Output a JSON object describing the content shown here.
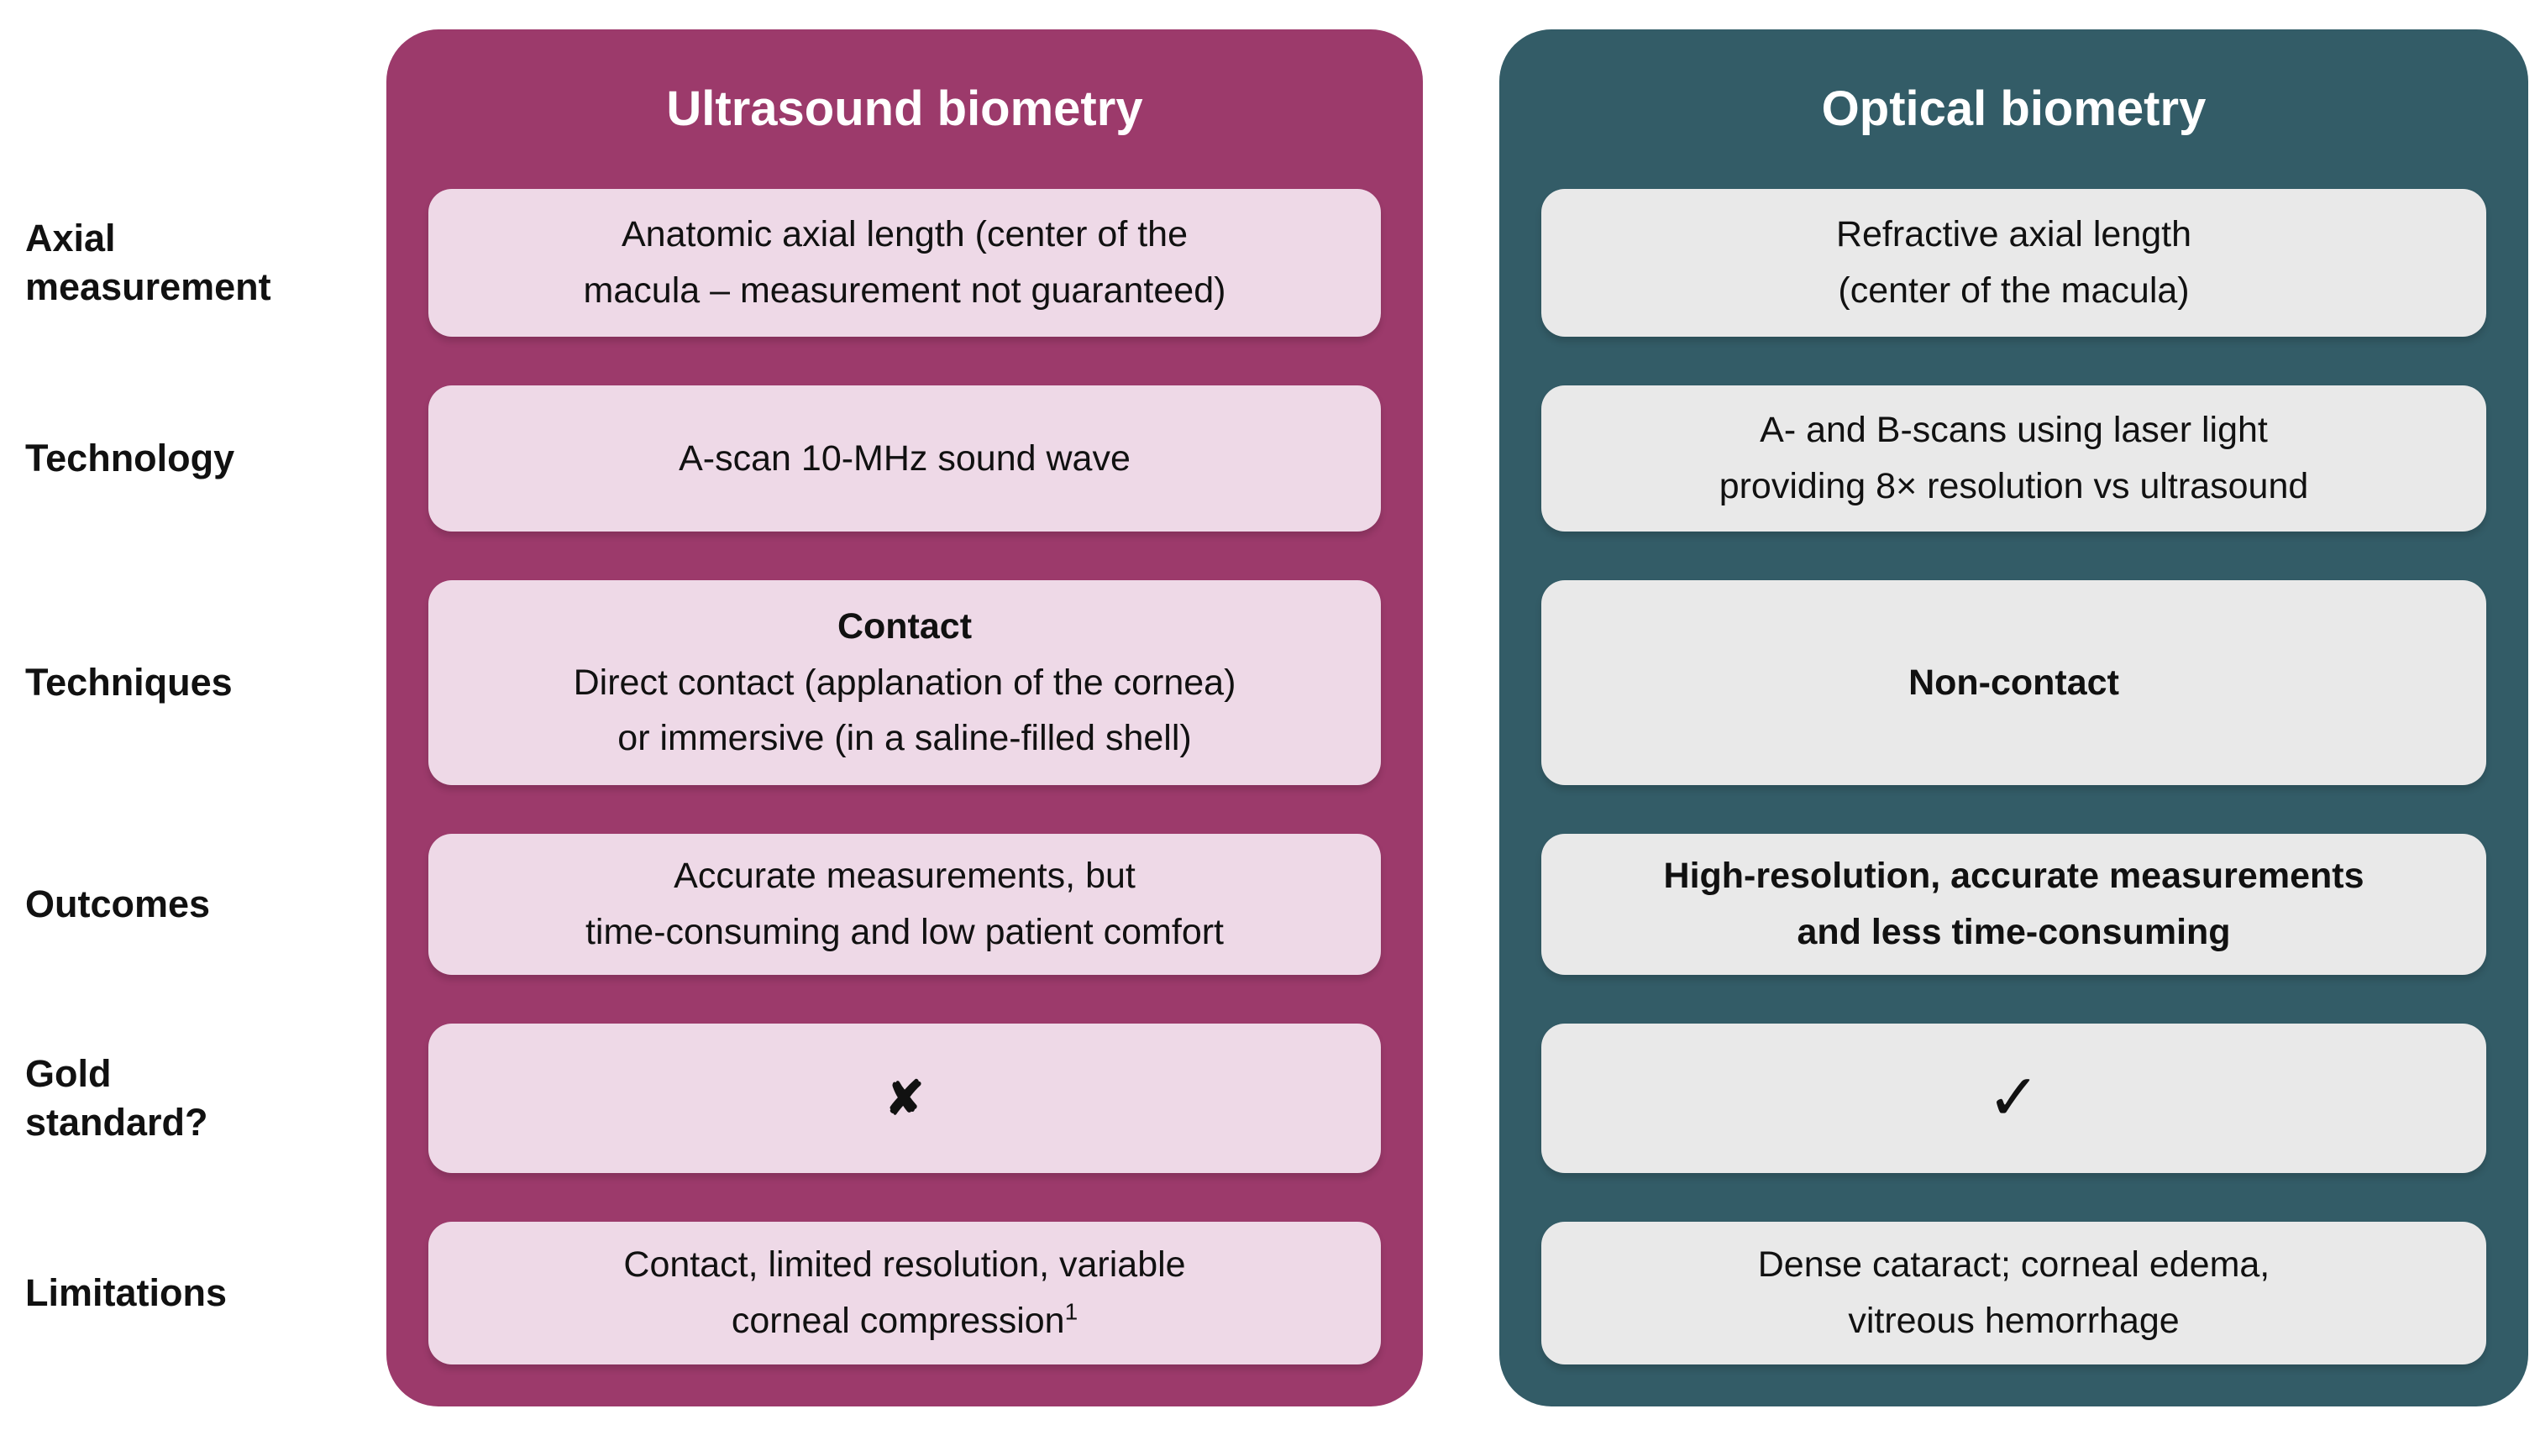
{
  "colors": {
    "ultrasound_panel": "#9c3a6b",
    "ultrasound_cell": "#eed9e7",
    "optical_panel": "#335c67",
    "optical_cell": "#e9e9e9",
    "text": "#111111",
    "title_text": "#ffffff"
  },
  "columns": {
    "ultrasound": {
      "title": "Ultrasound biometry"
    },
    "optical": {
      "title": "Optical biometry"
    }
  },
  "rows": [
    {
      "label_lines": [
        "Axial",
        "measurement"
      ],
      "ultrasound_lines": [
        "Anatomic axial length (center of the",
        "macula – measurement not guaranteed)"
      ],
      "optical_lines": [
        "Refractive axial length",
        "(center of the macula)"
      ]
    },
    {
      "label_lines": [
        "Technology"
      ],
      "ultrasound_lines": [
        "A-scan 10-MHz sound wave"
      ],
      "optical_lines": [
        "A- and B-scans using laser light",
        "providing 8× resolution vs ultrasound"
      ]
    },
    {
      "label_lines": [
        "Techniques"
      ],
      "ultrasound_bold_line": "Contact",
      "ultrasound_lines": [
        "Direct contact (applanation of the cornea)",
        "or immersive (in a saline-filled shell)"
      ],
      "optical_lines": [
        "Non-contact"
      ]
    },
    {
      "label_lines": [
        "Outcomes"
      ],
      "ultrasound_lines": [
        "Accurate measurements, but",
        "time-consuming and low patient comfort"
      ],
      "optical_lines": [
        "High-resolution, accurate measurements",
        "and less time-consuming"
      ]
    },
    {
      "label_lines": [
        "Gold",
        "standard?"
      ],
      "ultrasound_mark": "✘",
      "optical_mark": "✓"
    },
    {
      "label_lines": [
        "Limitations"
      ],
      "ultrasound_lines": [
        "Contact, limited resolution, variable"
      ],
      "ultrasound_line2": "corneal compression",
      "ultrasound_sup": "1",
      "optical_lines": [
        "Dense cataract; corneal edema,",
        "vitreous hemorrhage"
      ]
    }
  ]
}
